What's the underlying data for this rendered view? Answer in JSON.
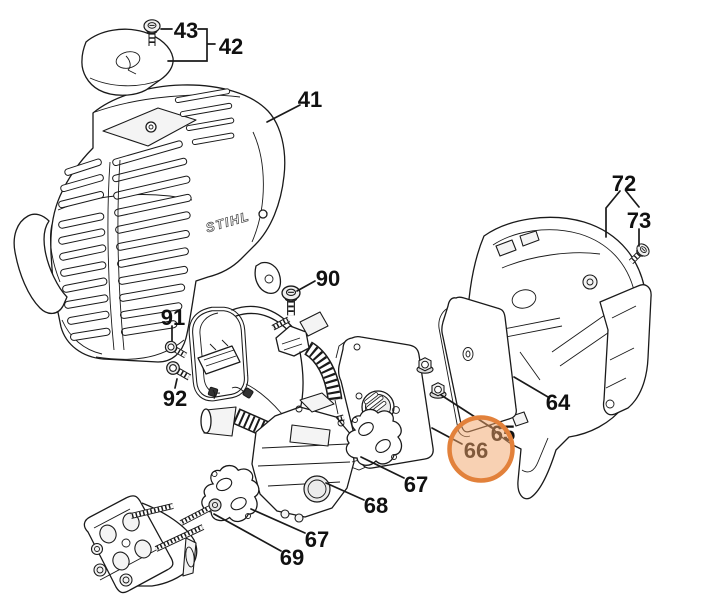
{
  "diagram": {
    "background": "#ffffff",
    "line_color": "#1a1a1a",
    "brand_text": "STIHL",
    "highlight": {
      "label": "66",
      "stroke": "#E2813B",
      "fill": "#F2A468",
      "fill_opacity": "0.5"
    },
    "labels": {
      "l43": "43",
      "l42": "42",
      "l41": "41",
      "l72": "72",
      "l73": "73",
      "l90": "90",
      "l91": "91",
      "l92": "92",
      "l64": "64",
      "l65": "65",
      "l66": "66",
      "l67a": "67",
      "l68": "68",
      "l67b": "67",
      "l69": "69"
    }
  }
}
